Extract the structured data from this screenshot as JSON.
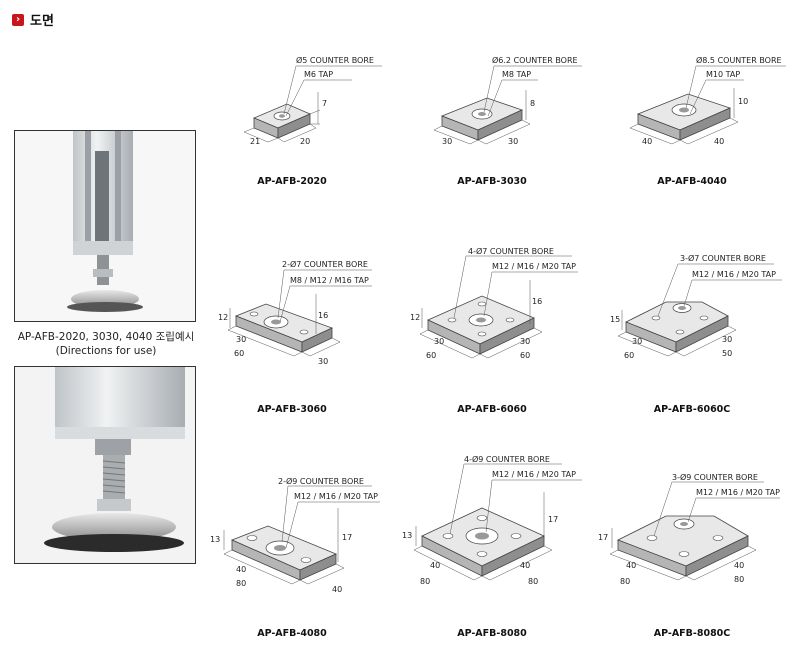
{
  "header": {
    "title": "도면"
  },
  "caption": {
    "line1": "AP-AFB-2020, 3030, 4040 조립예시",
    "line2": "(Directions for use)"
  },
  "drawings": [
    {
      "code": "AP-AFB-2020",
      "bore": "Ø5 COUNTER BORE",
      "tap": "M6 TAP",
      "d": [
        "21",
        "20",
        "7"
      ]
    },
    {
      "code": "AP-AFB-3030",
      "bore": "Ø6.2 COUNTER BORE",
      "tap": "M8 TAP",
      "d": [
        "30",
        "30",
        "8"
      ]
    },
    {
      "code": "AP-AFB-4040",
      "bore": "Ø8.5 COUNTER BORE",
      "tap": "M10 TAP",
      "d": [
        "40",
        "40",
        "10"
      ]
    },
    {
      "code": "AP-AFB-3060",
      "bore": "2-Ø7 COUNTER BORE",
      "tap": "M8 / M12 / M16 TAP",
      "d": [
        "30",
        "60",
        "30",
        "16",
        "12"
      ]
    },
    {
      "code": "AP-AFB-6060",
      "bore": "4-Ø7 COUNTER BORE",
      "tap": "M12 / M16 / M20 TAP",
      "d": [
        "30",
        "60",
        "30",
        "60",
        "16",
        "12"
      ]
    },
    {
      "code": "AP-AFB-6060C",
      "bore": "3-Ø7 COUNTER BORE",
      "tap": "M12 / M16 / M20 TAP",
      "d": [
        "30",
        "60",
        "30",
        "50",
        "15"
      ]
    },
    {
      "code": "AP-AFB-4080",
      "bore": "2-Ø9 COUNTER BORE",
      "tap": "M12 / M16 / M20 TAP",
      "d": [
        "40",
        "80",
        "40",
        "17",
        "13"
      ]
    },
    {
      "code": "AP-AFB-8080",
      "bore": "4-Ø9 COUNTER BORE",
      "tap": "M12 / M16 / M20 TAP",
      "d": [
        "40",
        "80",
        "40",
        "80",
        "17",
        "13"
      ]
    },
    {
      "code": "AP-AFB-8080C",
      "bore": "3-Ø9 COUNTER BORE",
      "tap": "M12 / M16 / M20 TAP",
      "d": [
        "40",
        "80",
        "40",
        "80",
        "17"
      ]
    }
  ]
}
